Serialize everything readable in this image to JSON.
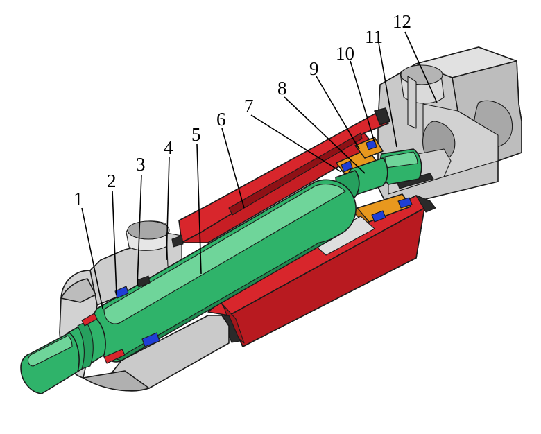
{
  "diagram": {
    "callouts": [
      {
        "id": "1",
        "label": "1"
      },
      {
        "id": "2",
        "label": "2"
      },
      {
        "id": "3",
        "label": "3"
      },
      {
        "id": "4",
        "label": "4"
      },
      {
        "id": "5",
        "label": "5"
      },
      {
        "id": "6",
        "label": "6"
      },
      {
        "id": "7",
        "label": "7"
      },
      {
        "id": "8",
        "label": "8"
      },
      {
        "id": "9",
        "label": "9"
      },
      {
        "id": "10",
        "label": "10"
      },
      {
        "id": "11",
        "label": "11"
      },
      {
        "id": "12",
        "label": "12"
      }
    ],
    "colors": {
      "housing": "#c8c8c8",
      "housing_dark": "#a9a9a9",
      "housing_light": "#e2e2e2",
      "barrel": "#d8262c",
      "barrel_dark": "#a3161b",
      "rod": "#2fb36a",
      "rod_dark": "#1f8a50",
      "rod_light": "#6fd59a",
      "seal": "#1f3fd6",
      "bushing": "#e8981e",
      "dark": "#2a2a2a"
    }
  }
}
